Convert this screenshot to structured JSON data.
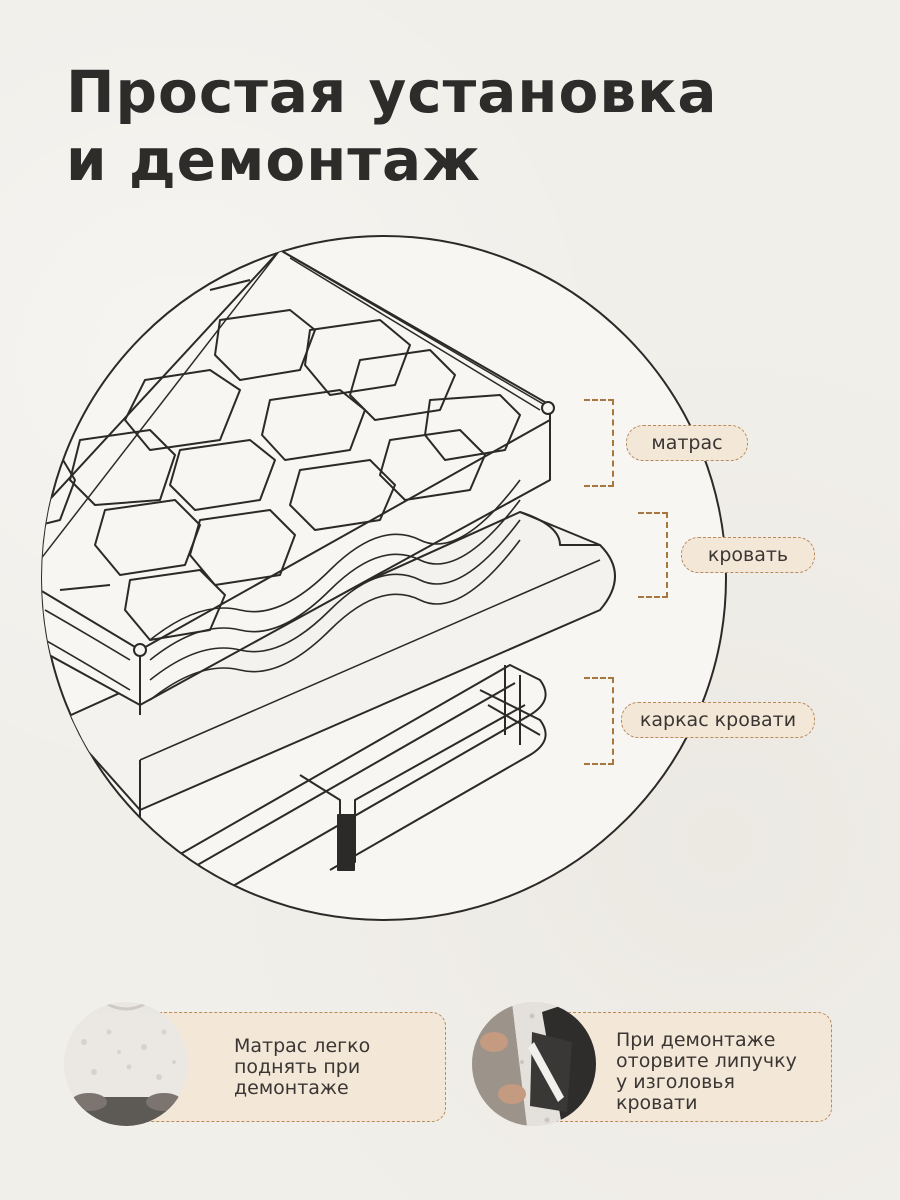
{
  "title": {
    "line1": "Простая установка",
    "line2": "и демонтаж"
  },
  "labels": {
    "mattress": "матрас",
    "bed": "кровать",
    "frame": "каркас кровати"
  },
  "cards": [
    {
      "lines": [
        "Матрас легко",
        "поднять при",
        "демонтаже"
      ]
    },
    {
      "lines": [
        "При демонтаже",
        "оторвите липучку",
        "у изголовья",
        "кровати"
      ]
    }
  ],
  "colors": {
    "background": "#f1efea",
    "accent": "#a9763f",
    "pill_fill": "#f3e7d8",
    "text": "#2e2c2a"
  }
}
